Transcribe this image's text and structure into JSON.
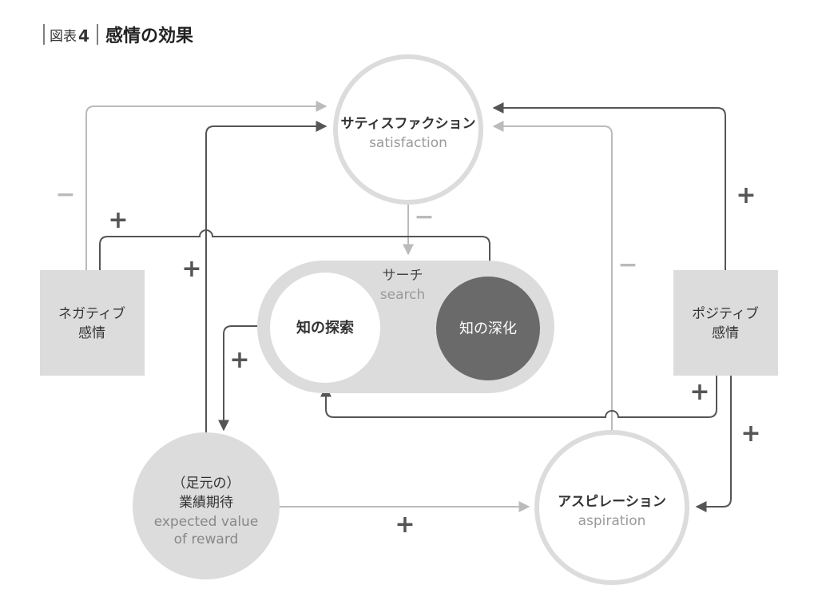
{
  "title": {
    "prefix": "図表",
    "number": "4",
    "text": "感情の効果"
  },
  "nodes": {
    "satisfaction": {
      "jp": "サティスファクション",
      "en": "satisfaction"
    },
    "search": {
      "jp": "サーチ",
      "en": "search"
    },
    "exploration": {
      "jp": "知の探索"
    },
    "exploitation": {
      "jp": "知の深化"
    },
    "negative": {
      "line1": "ネガティブ",
      "line2": "感情"
    },
    "positive": {
      "line1": "ポジティブ",
      "line2": "感情"
    },
    "expected": {
      "line1": "（足元の）",
      "line2": "業績期待",
      "en1": "expected value",
      "en2": "of reward"
    },
    "aspiration": {
      "jp": "アスピレーション",
      "en": "aspiration"
    }
  },
  "signs": {
    "plus": "+",
    "minus": "−"
  },
  "colors": {
    "dark": "#555555",
    "mid": "#6a6a6a",
    "light": "#bdbdbd",
    "box": "#dcdcdc",
    "ring": "#dcdcdc"
  }
}
